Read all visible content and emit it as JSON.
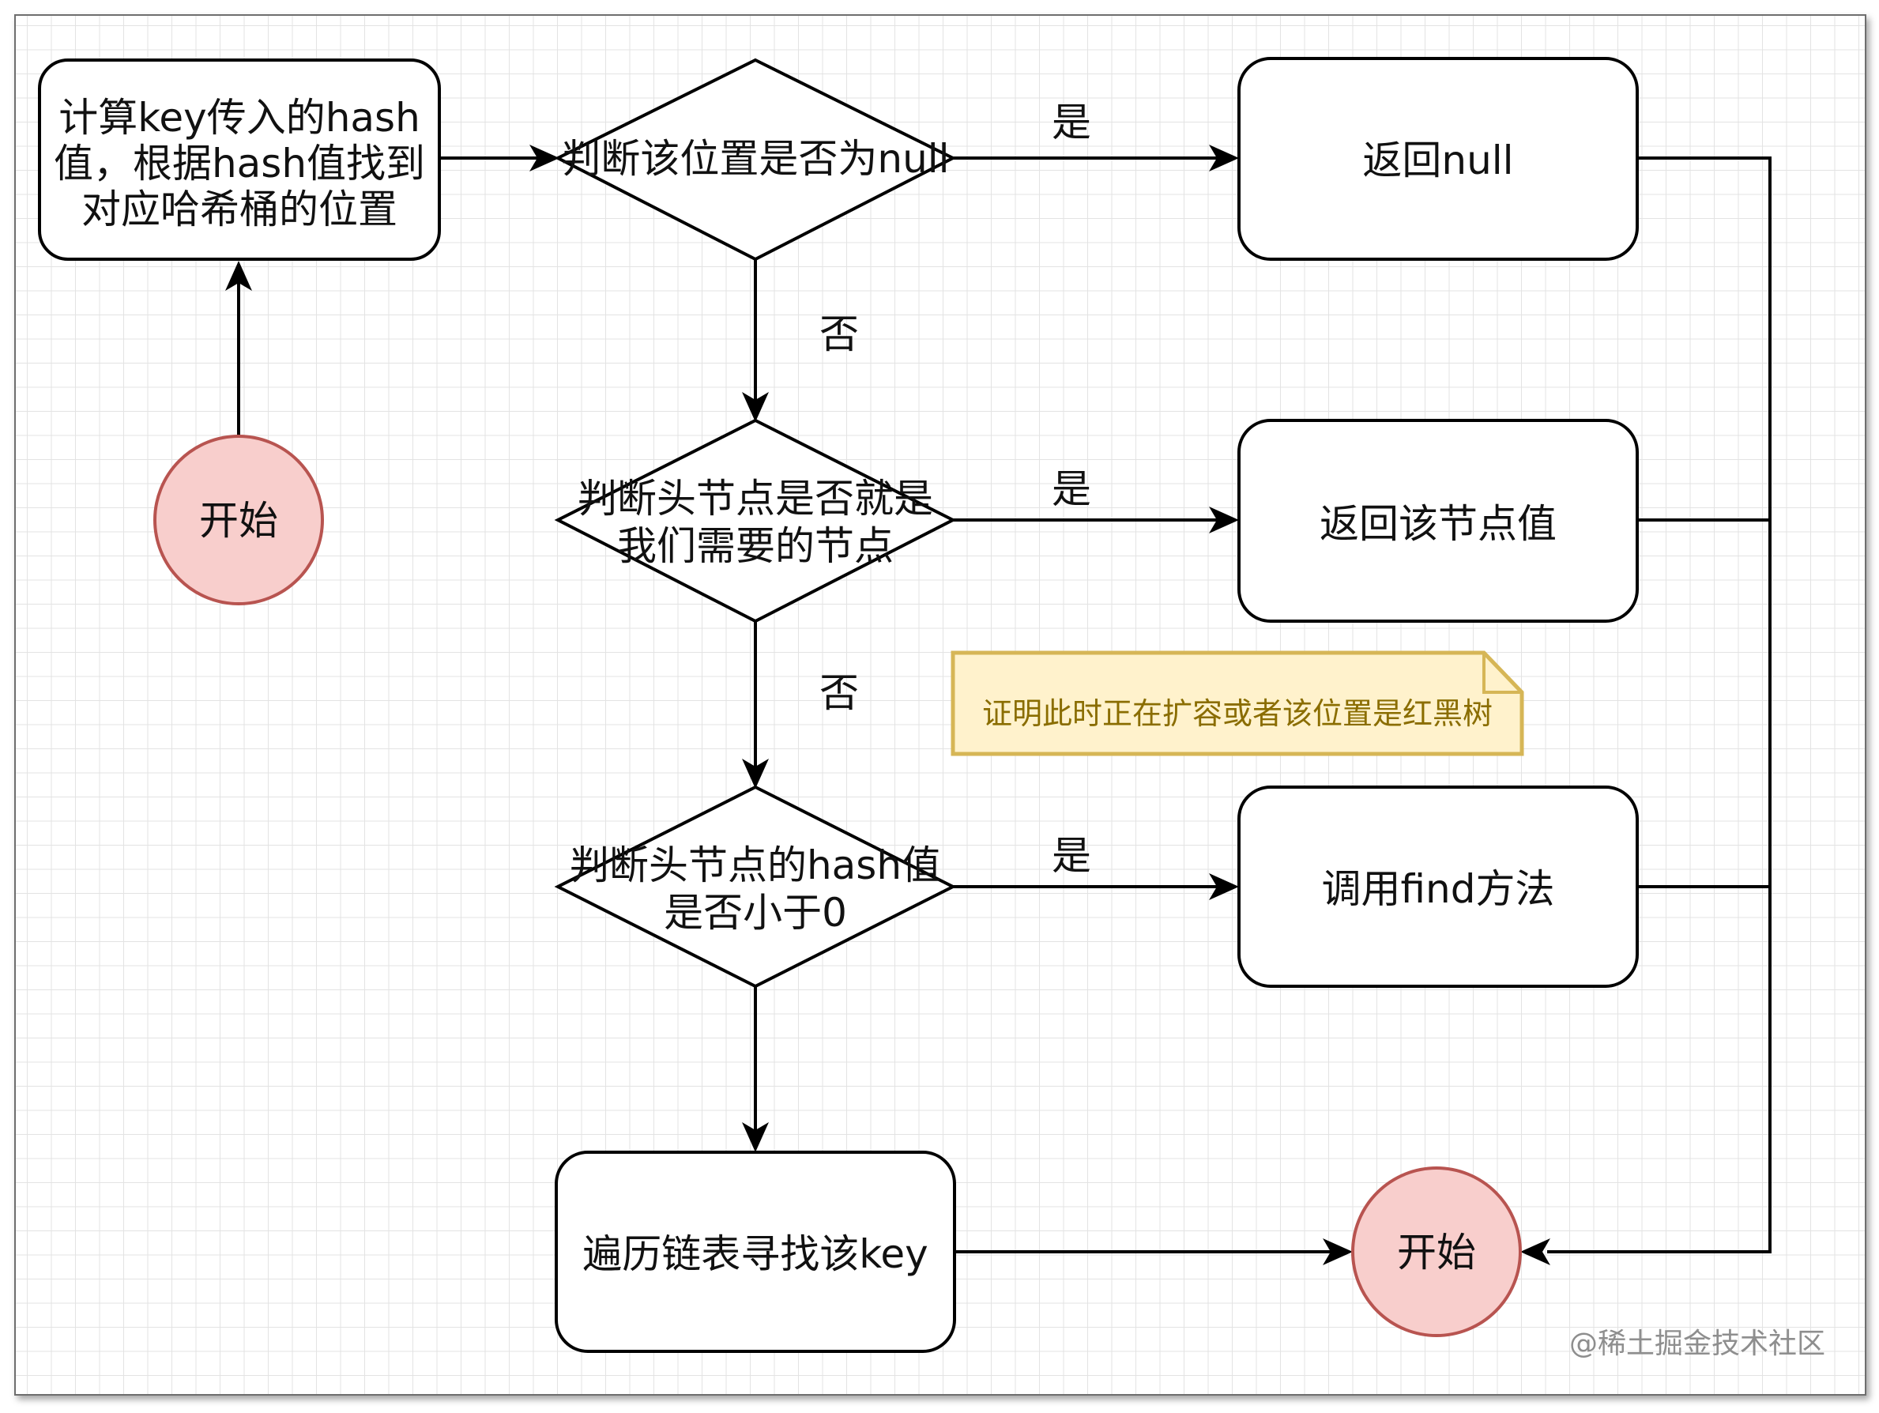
{
  "nodes": {
    "calc": [
      "计算key传入的hash",
      "值，根据hash值找到",
      "对应哈希桶的位置"
    ],
    "start_top": "开始",
    "check_null": "判断该位置是否为null",
    "return_null": "返回null",
    "check_head": [
      "判断头节点是否就是",
      "我们需要的节点"
    ],
    "return_value": "返回该节点值",
    "check_hash": [
      "判断头节点的hash值",
      "是否小于0"
    ],
    "call_find": "调用find方法",
    "traverse": "遍历链表寻找该key",
    "start_bottom": "开始"
  },
  "edges": {
    "yes_1": "是",
    "yes_2": "是",
    "yes_3": "是",
    "no_1": "否",
    "no_2": "否"
  },
  "note": "证明此时正在扩容或者该位置是红黑树",
  "watermark": "@稀土掘金技术社区",
  "colors": {
    "circle_fill": "#f8cecc",
    "circle_stroke": "#b85450",
    "note_fill": "#fff2cc",
    "note_stroke": "#d6b656",
    "line": "#000000"
  }
}
